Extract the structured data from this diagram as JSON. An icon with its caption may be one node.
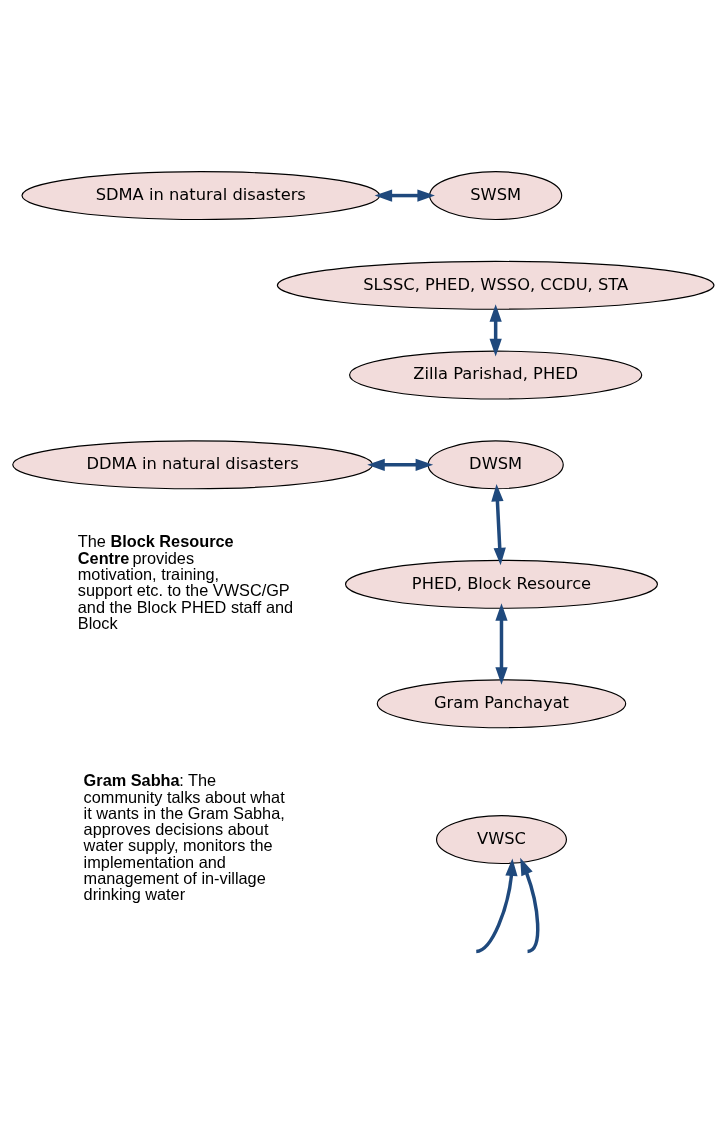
{
  "diagram": {
    "nodes": [
      {
        "text": [
          "SDMA in natural disasters"
        ]
      },
      {
        "text": [
          "SWSM"
        ]
      },
      {
        "text": [
          "SLSSC, PHED, WSSO, CCDU, STA"
        ]
      },
      {
        "text": [
          "Zilla Parishad, PHED"
        ]
      },
      {
        "text": [
          "DDMA in natural disasters"
        ]
      },
      {
        "text": [
          "DWSM"
        ]
      },
      {
        "text": [
          "PHED, Block Resource"
        ]
      },
      {
        "text": [
          "Gram Panchayat"
        ]
      },
      {
        "text": [
          "VWSC"
        ]
      }
    ],
    "edges": [
      {
        "from": 0,
        "to": 1,
        "arrow": "both"
      },
      {
        "from": 2,
        "to": 3,
        "arrow": "both"
      },
      {
        "from": 4,
        "to": 5,
        "arrow": "both"
      },
      {
        "from": 5,
        "to": 6,
        "arrow": "both"
      },
      {
        "from": 6,
        "to": 7,
        "arrow": "both"
      },
      {
        "from": null,
        "to": 8,
        "arrow": "to"
      },
      {
        "from": null,
        "to": 8,
        "arrow": "to"
      }
    ],
    "labels": [
      "The **Block Resource Centre** provides motivation, training, support etc. to the VWSC/GP and the Block PHED staff and Block",
      "**Gram Sabha**: The community talks about what it wants in the Gram Sabha, approves decisions about water supply, monitors the implementation and management of in-village drinking water"
    ]
  }
}
